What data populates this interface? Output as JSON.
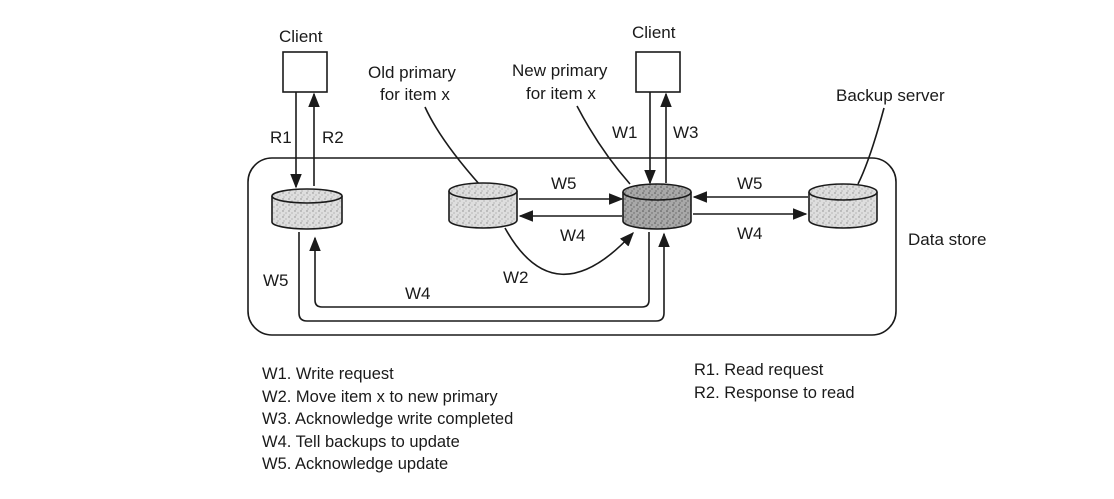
{
  "labels": {
    "client_left": "Client",
    "client_right": "Client",
    "old_primary_1": "Old primary",
    "old_primary_2": "for item x",
    "new_primary_1": "New primary",
    "new_primary_2": "for item x",
    "backup_server": "Backup server",
    "data_store": "Data store"
  },
  "arrows": {
    "r1": "R1",
    "r2": "R2",
    "w1": "W1",
    "w3": "W3",
    "w5_top": "W5",
    "w4_mid": "W4",
    "w5_right": "W5",
    "w4_right": "W4",
    "w2": "W2",
    "w4_bottom": "W4",
    "w5_left": "W5"
  },
  "legend_left": [
    "W1. Write request",
    "W2. Move item x to new primary",
    "W3. Acknowledge write completed",
    "W4. Tell backups to update",
    "W5. Acknowledge update"
  ],
  "legend_right": [
    "R1. Read request",
    "R2. Response to read"
  ],
  "colors": {
    "ink": "#1a1a1a",
    "cylinder_light": "#d4d4d4",
    "cylinder_dark": "#9a9a9a"
  }
}
